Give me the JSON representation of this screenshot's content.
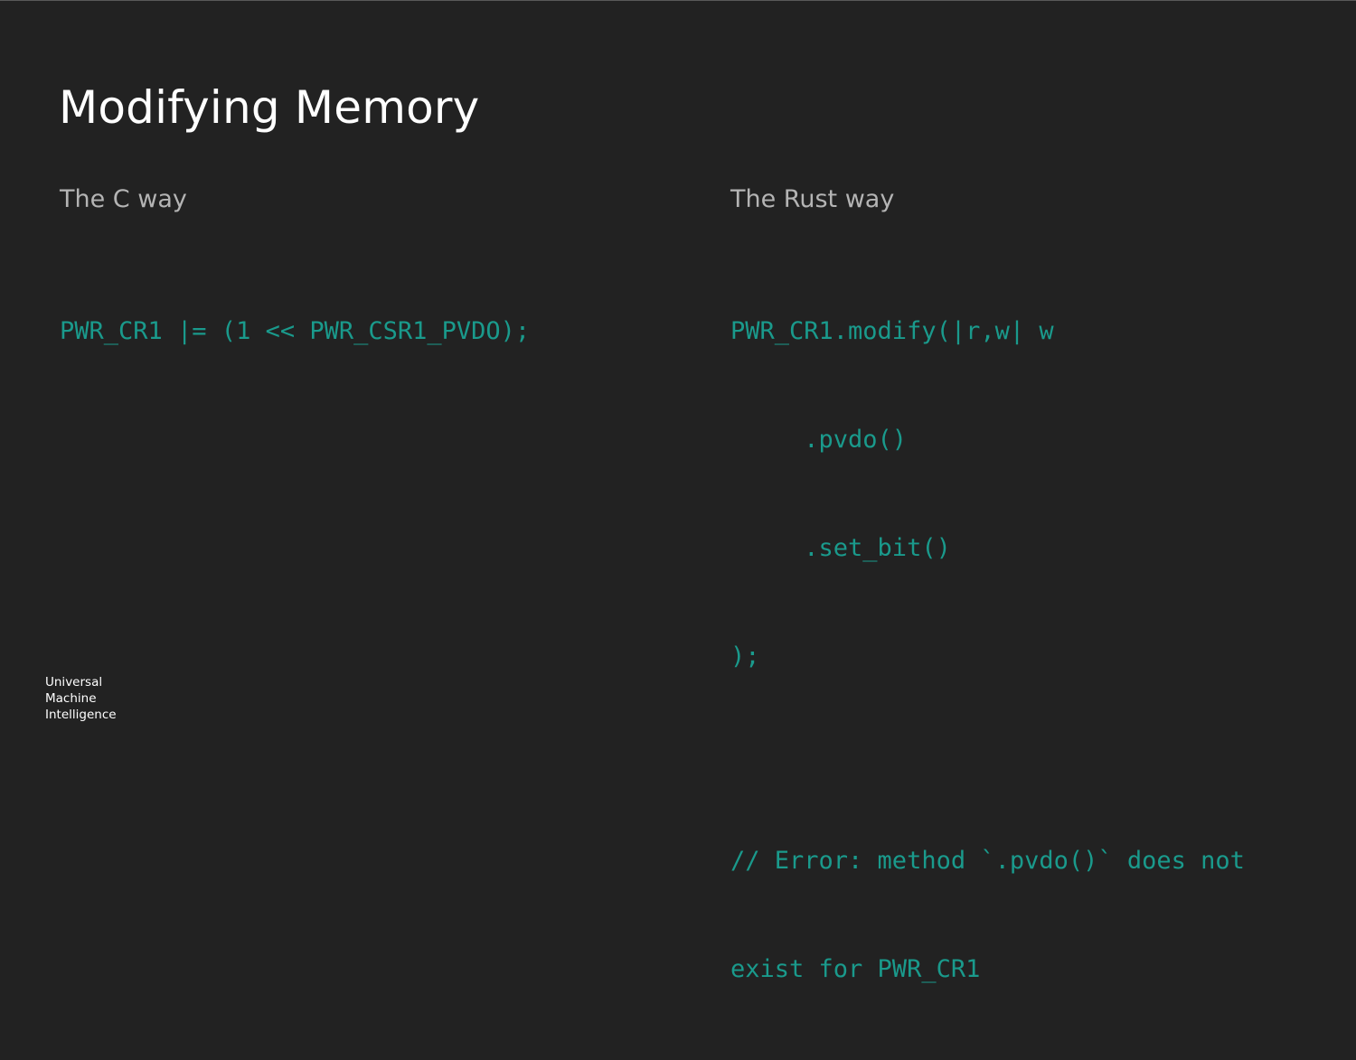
{
  "slide": {
    "title": "Modifying Memory"
  },
  "left_column": {
    "heading": "The C way",
    "code_lines": [
      "PWR_CR1 |= (1 << PWR_CSR1_PVDO);"
    ]
  },
  "right_column": {
    "heading": "The Rust way",
    "code_lines": [
      "PWR_CR1.modify(|r,w| w",
      "     .pvdo()",
      "     .set_bit()",
      ");"
    ],
    "comment_lines": [
      "// Error: method `.pvdo()` does not",
      "exist for PWR_CR1"
    ]
  },
  "logo": {
    "lines": [
      "Universal",
      "Machine",
      "Intelligence"
    ]
  },
  "colors": {
    "background": "#222222",
    "title": "#ffffff",
    "heading": "#b4b4b4",
    "code": "#1a9a8c"
  }
}
